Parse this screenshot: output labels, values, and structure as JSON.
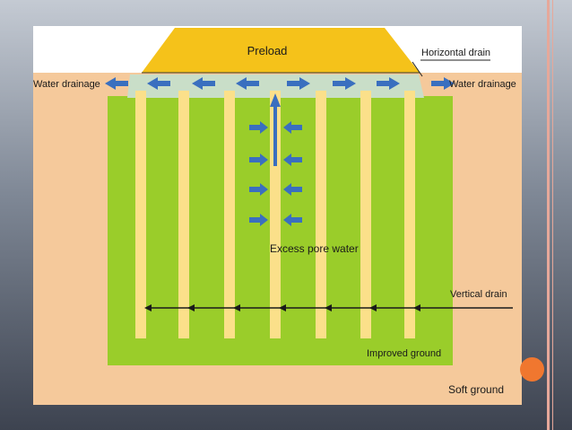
{
  "diagram": {
    "preload_label": "Preload",
    "horizontal_drain_label": "Horizontal drain",
    "water_drainage_left_label": "Water drainage",
    "water_drainage_right_label": "Water drainage",
    "excess_pore_water_label": "Excess pore water",
    "vertical_drain_label": "Vertical drain",
    "improved_ground_label": "Improved ground",
    "soft_ground_label": "Soft ground"
  },
  "colors": {
    "soft_ground": "#f5c99b",
    "improved_ground": "#9acd2a",
    "preload": "#f5c21a",
    "drain": "#fbe08a",
    "horizontal_drain": "#c9dec8",
    "arrow": "#3a6fbf",
    "accent": "#f0772f"
  }
}
